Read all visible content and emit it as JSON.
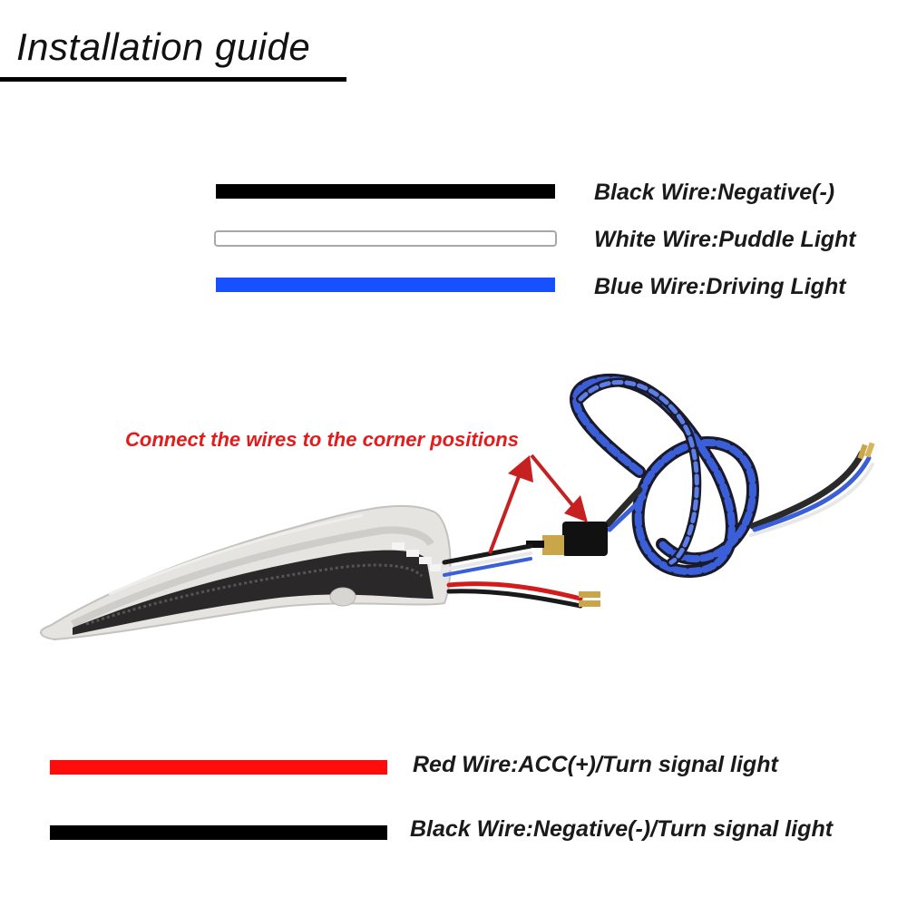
{
  "title": "Installation guide",
  "top_legend": [
    {
      "label": "Black Wire:Negative(-)",
      "color": "#000000"
    },
    {
      "label": "White Wire:Puddle Light",
      "color": "#ffffff"
    },
    {
      "label": "Blue Wire:Driving Light",
      "color": "#1650ff"
    }
  ],
  "callout": "Connect the wires to the corner positions",
  "bottom_legend": [
    {
      "label": "Red Wire:ACC(+)/Turn signal light",
      "color": "#ff0d0d"
    },
    {
      "label": "Black Wire:Negative(-)/Turn signal light",
      "color": "#000000"
    }
  ]
}
